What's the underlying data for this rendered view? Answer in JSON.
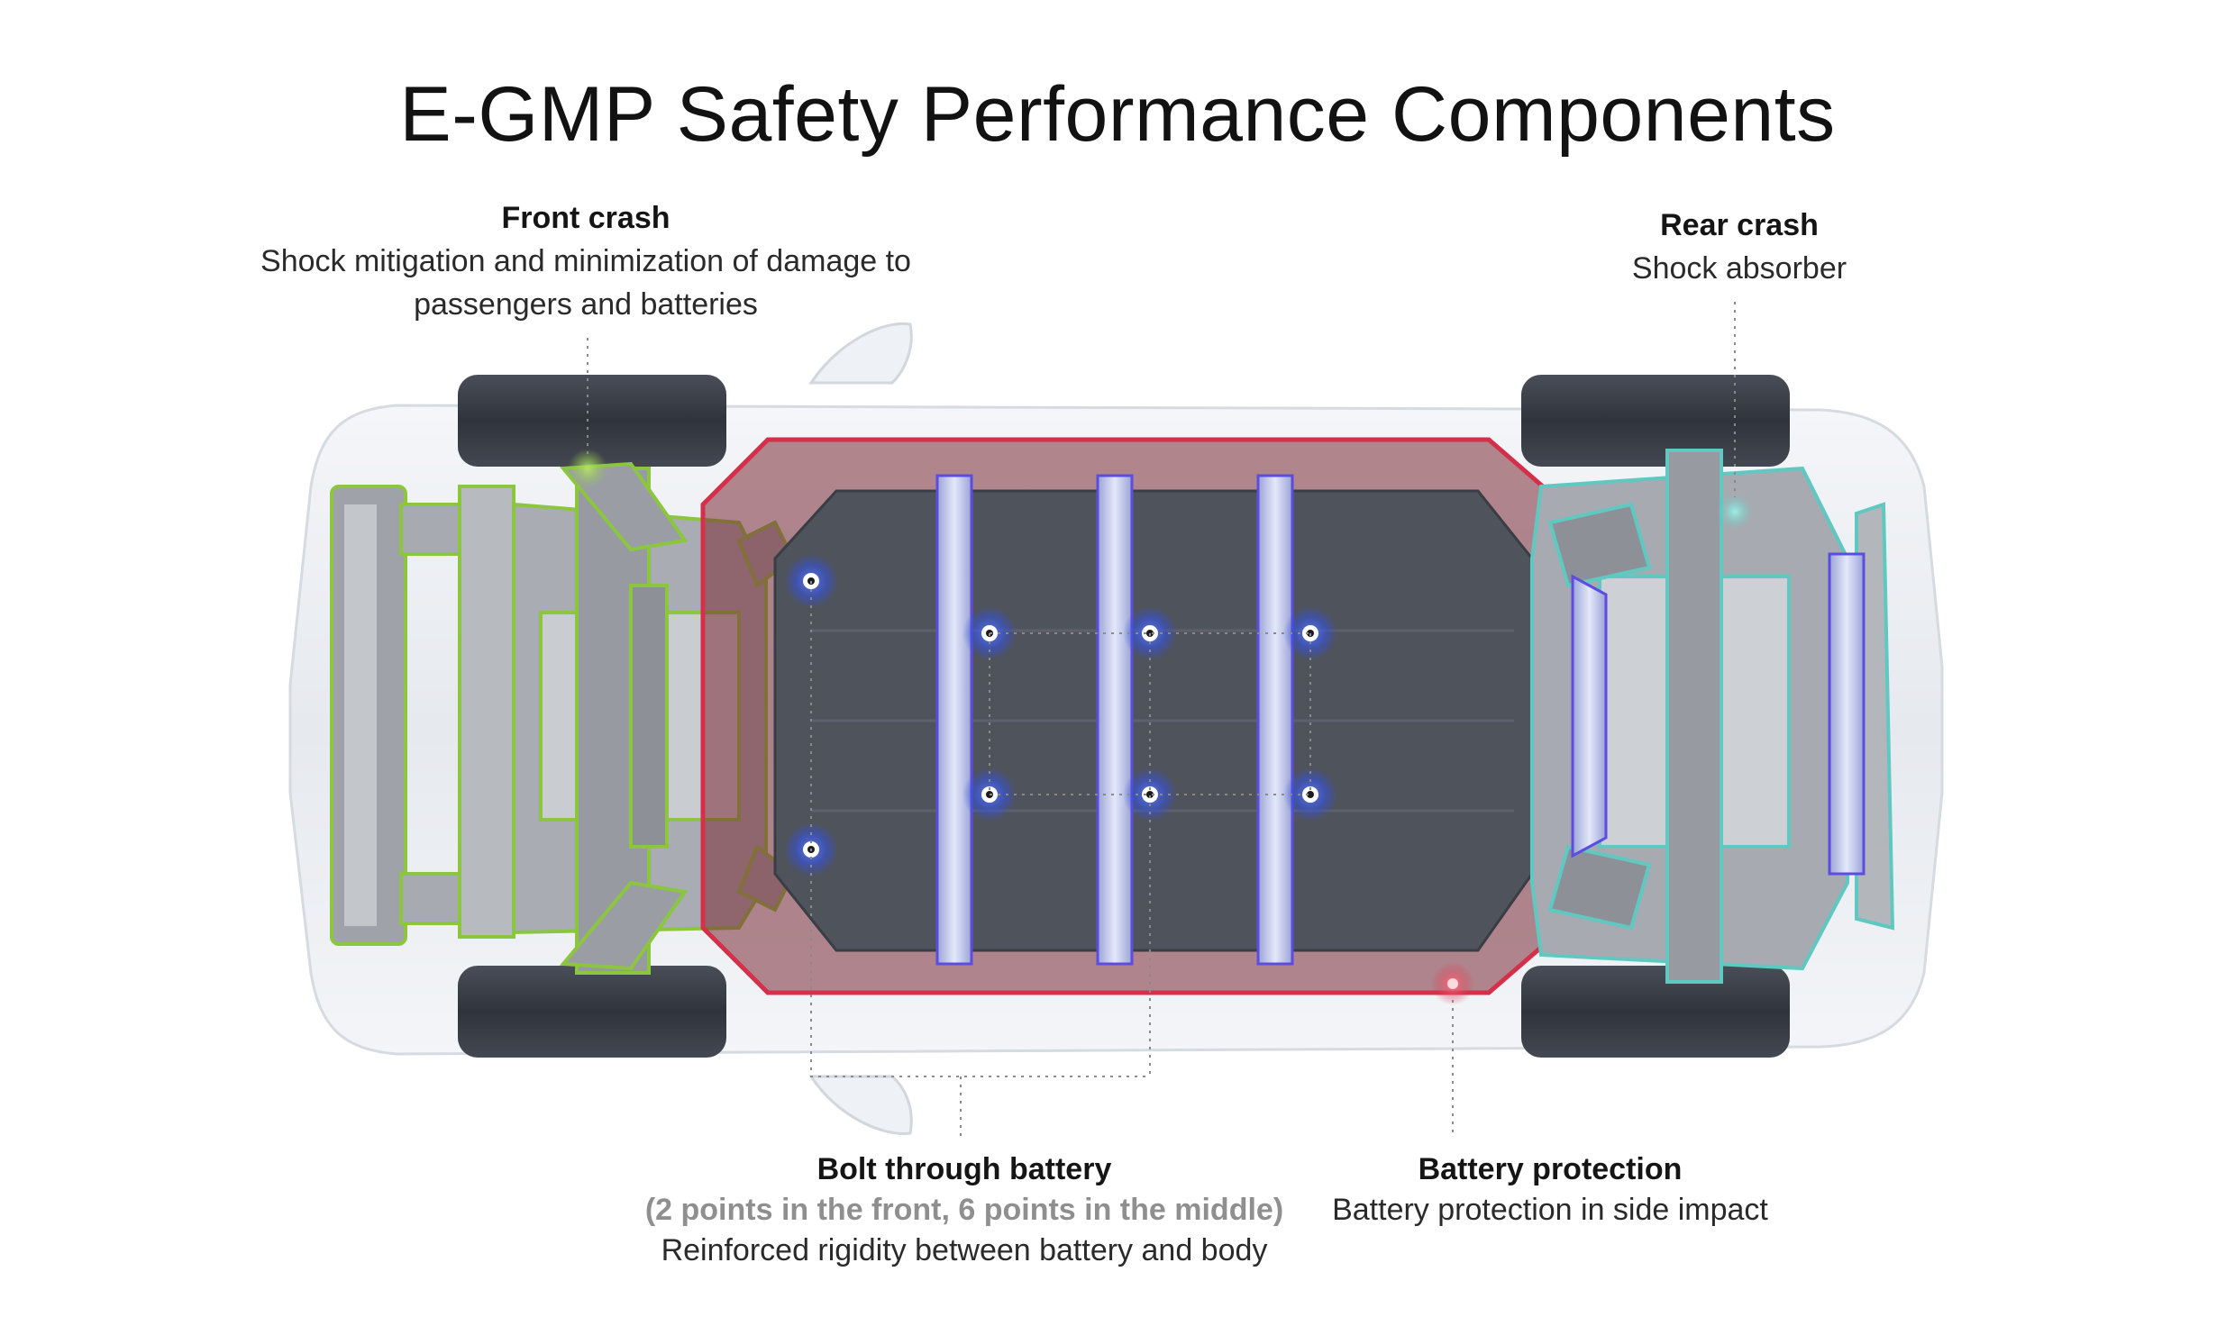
{
  "title": "E-GMP Safety Performance Components",
  "callouts": {
    "front_crash": {
      "heading": "Front crash",
      "lines": [
        "Shock mitigation and minimization of damage to",
        "passengers and batteries"
      ]
    },
    "rear_crash": {
      "heading": "Rear crash",
      "lines": [
        "Shock absorber"
      ]
    },
    "bolt_through_battery": {
      "heading": "Bolt through battery",
      "note": "(2 points in the front, 6 points in the middle)",
      "lines": [
        "Reinforced rigidity between battery and body"
      ]
    },
    "battery_protection": {
      "heading": "Battery protection",
      "lines": [
        "Battery protection in side impact"
      ]
    }
  },
  "colors": {
    "front_crash_structure": "#8cc63f",
    "rear_crash_structure": "#5fc8c0",
    "battery_frame": "#d4304a",
    "battery_pack": "#4f535c",
    "cross_members": "#b8bfe8",
    "bolt_points": "#2b50d8",
    "tires": "#3a3e48",
    "body": "#eceff3"
  }
}
